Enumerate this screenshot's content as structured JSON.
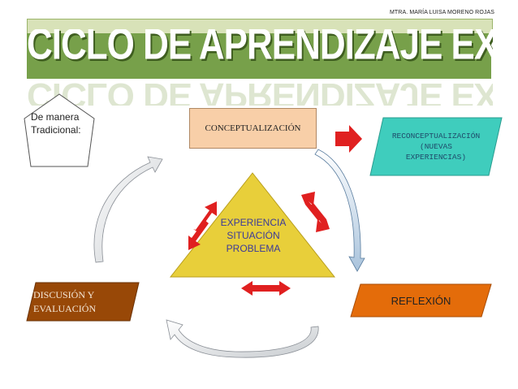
{
  "author": "MTRA. MARÍA LUISA MORENO ROJAS",
  "title": "CICLO DE APRENDIZAJE EXPERENCIAL",
  "callout": {
    "line1": "De manera",
    "line2": "Tradicional:"
  },
  "nodes": {
    "conceptualizacion": "CONCEPTUALIZACIÓN",
    "reconceptualizacion": {
      "line1": "RECONCEPTUALIZACIÓN",
      "line2": "(NUEVAS",
      "line3": "EXPERIENCIAS)"
    },
    "reflexion": "REFLEXIÓN",
    "discusion": {
      "line1": "DISCUSIÓN Y",
      "line2": "EVALUACIÓN"
    },
    "center": {
      "line1": "EXPERIENCIA",
      "line2": "SITUACIÓN",
      "line3": "PROBLEMA"
    }
  },
  "colors": {
    "title_band": "#77a04a",
    "conceptualizacion_fill": "#f8cfa8",
    "reconceptualizacion_fill": "#3fcdbd",
    "reflexion_fill": "#e46c0a",
    "discusion_fill": "#984807",
    "triangle_fill": "#e8cf3a",
    "red_arrows": "#e02020"
  }
}
